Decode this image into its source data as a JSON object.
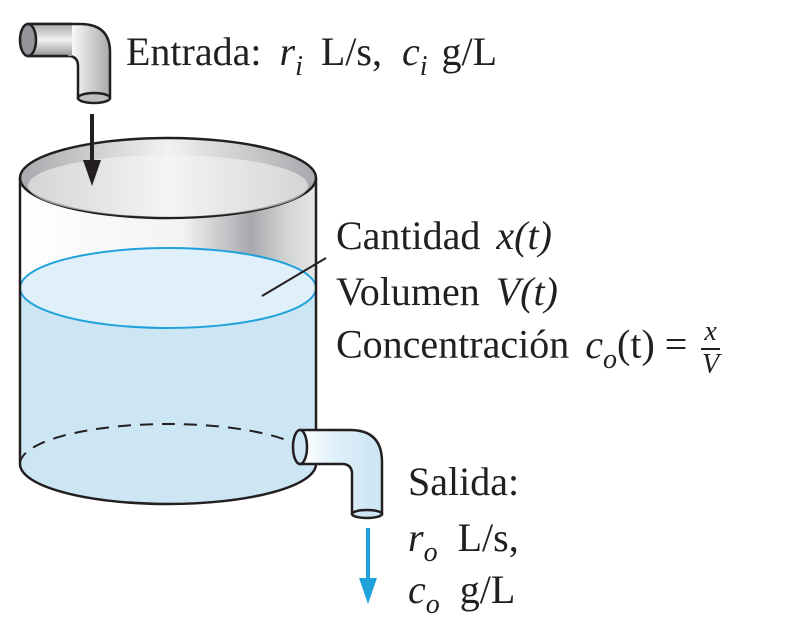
{
  "inlet": {
    "word": "Entrada:",
    "rate_var": "r",
    "rate_sub": "i",
    "rate_unit": "L/s,",
    "conc_var": "c",
    "conc_sub": "i",
    "conc_unit": "g/L"
  },
  "tank": {
    "amount_word": "Cantidad",
    "amount_expr": "x(t)",
    "volume_word": "Volumen",
    "volume_expr": "V(t)",
    "concentration_word": "Concentración",
    "conc_var": "c",
    "conc_sub": "o",
    "conc_arg": "(t) =",
    "frac_num": "x",
    "frac_den": "V"
  },
  "outlet": {
    "word": "Salida:",
    "rate_var": "r",
    "rate_sub": "o",
    "rate_unit": "L/s,",
    "conc_var": "c",
    "conc_sub": "o",
    "conc_unit": "g/L"
  },
  "colors": {
    "liquid": "#cde6f3",
    "liquid_surface": "#dff0fa",
    "surface_edge": "#1fa1db",
    "outflow_arrow": "#1fa1db",
    "pipe_gray": "#a7a9ac",
    "tank_wall": "#bcbec0",
    "outline": "#231f20"
  }
}
